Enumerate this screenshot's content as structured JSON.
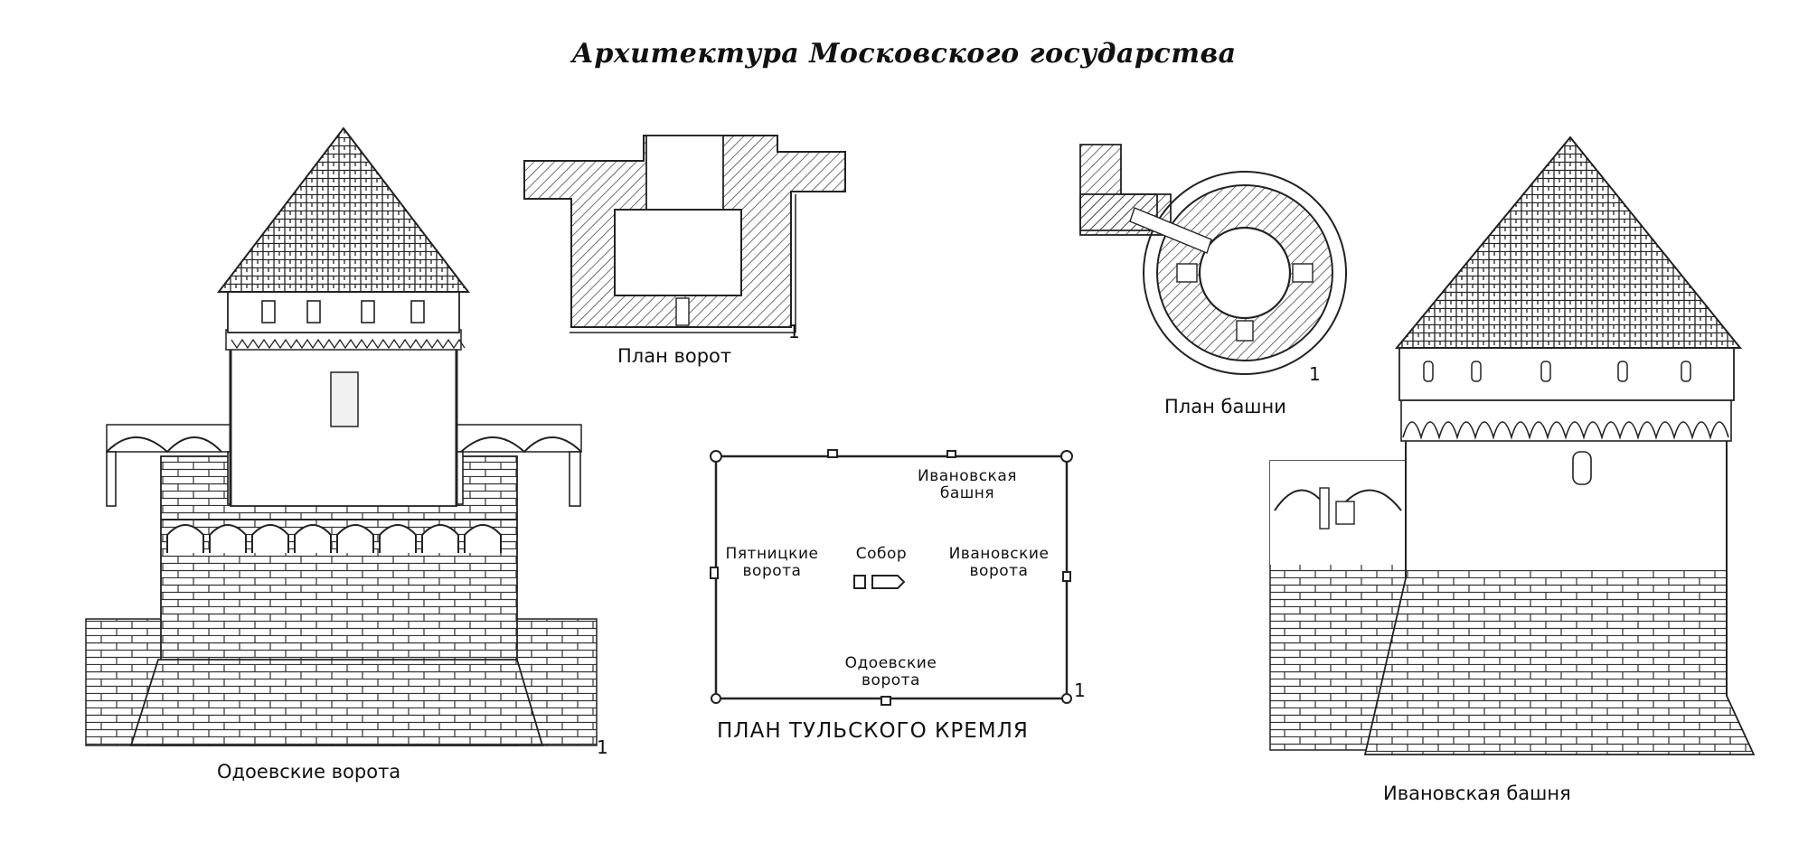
{
  "page": {
    "title": "Архитектура Московского государства"
  },
  "drawings": {
    "odoev_gate": {
      "caption": "Одоевские ворота",
      "number": "1"
    },
    "gate_plan": {
      "caption": "План ворот",
      "number": "1"
    },
    "tower_plan": {
      "caption": "План башни",
      "number": "1"
    },
    "ivanov_tower": {
      "caption": "Ивановская башня"
    }
  },
  "kremlin_plan": {
    "caption": "ПЛАН ТУЛЬСКОГО КРЕМЛЯ",
    "number": "1",
    "labels": {
      "ivanov_tower_l1": "Ивановская",
      "ivanov_tower_l2": "башня",
      "pyatnitsky_l1": "Пятницкие",
      "pyatnitsky_l2": "ворота",
      "sobor": "Собор",
      "ivanov_gate_l1": "Ивановские",
      "ivanov_gate_l2": "ворота",
      "odoev_l1": "Одоевские",
      "odoev_l2": "ворота"
    }
  }
}
